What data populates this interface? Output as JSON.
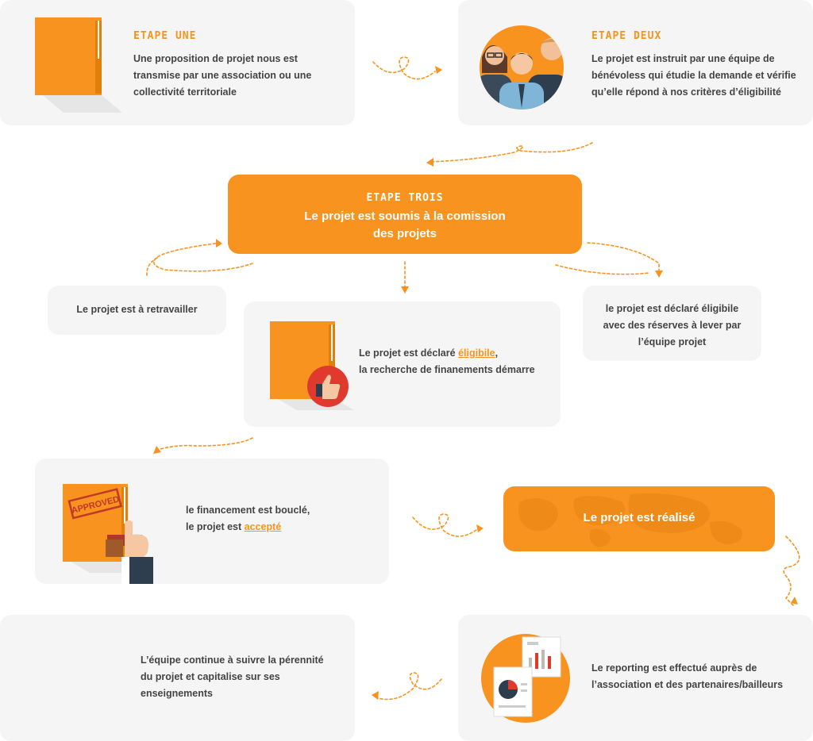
{
  "steps": {
    "one": {
      "title": "ETAPE UNE",
      "line1": "Une proposition de projet nous est",
      "line2": "transmise par une association ou une",
      "line3": "collectivité territoriale"
    },
    "two": {
      "title": "ETAPE DEUX",
      "line1": "Le projet est instruit par une équipe de",
      "line2": "bénévoless qui étudie la demande et vérifie",
      "line3": "qu’elle répond à nos critères d’éligibilité"
    },
    "three": {
      "title": "ETAPE TROIS",
      "line1": "Le projet est soumis à la comission",
      "line2": "des projets"
    }
  },
  "outcomes": {
    "rework": "Le projet est à retravailler",
    "reserves": {
      "line1": "le projet est déclaré éligibile",
      "line2": "avec des réserves à lever par",
      "line3": "l’équipe projet"
    },
    "eligible": {
      "line1_prefix": "Le projet est déclaré ",
      "line1_highlight": "éligibile",
      "line1_suffix": ",",
      "line2": "la recherche de finanements démarre"
    }
  },
  "funding": {
    "line1": "le financement est bouclé,",
    "line2_prefix": "le projet est ",
    "line2_highlight": "accepté",
    "stamp": "APPROVED"
  },
  "realised": "Le projet est réalisé",
  "reporting": {
    "line1": "Le reporting est effectué auprès de",
    "line2": "l’association et des partenaires/bailleurs"
  },
  "followup": {
    "line1": "L’équipe continue à suivre la pérennité",
    "line2": "du projet et capitalise sur ses",
    "line3": "enseignements"
  },
  "icons": {
    "folder": "folder-icon",
    "team": "team-icon",
    "thumbs_up": "thumbs-up-icon",
    "approved_stamp": "approved-stamp-icon",
    "report": "report-icon",
    "world_map": "world-map-icon"
  },
  "colors": {
    "accent": "#f7931e",
    "card": "#f5f5f5",
    "text": "#444444"
  }
}
